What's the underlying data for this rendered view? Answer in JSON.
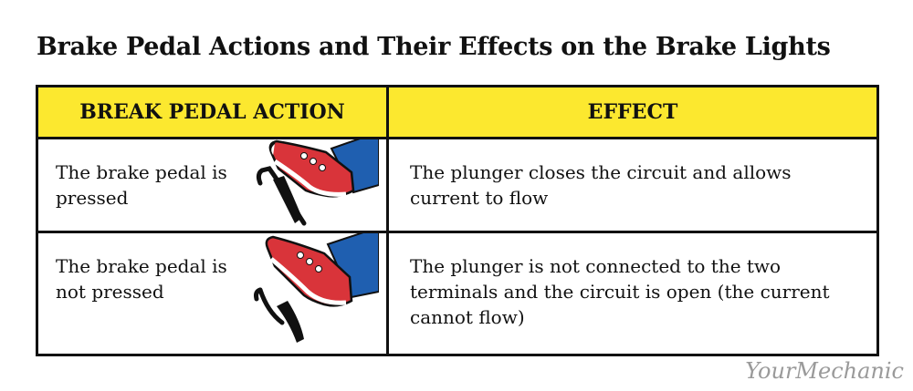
{
  "title": "Brake Pedal Actions and Their Effects on the Brake Lights",
  "table": {
    "headers": {
      "action": "BREAK PEDAL ACTION",
      "effect": "EFFECT"
    },
    "rows": [
      {
        "action": "The brake pedal is pressed",
        "effect": "The plunger closes the circuit and allows current to flow",
        "illustration": "foot-pressing-pedal"
      },
      {
        "action": "The brake pedal is not pressed",
        "effect": "The plunger is not connected to the two terminals and the circuit is open (the current cannot flow)",
        "illustration": "foot-off-pedal"
      }
    ]
  },
  "brand": "YourMechanic",
  "colors": {
    "header_bg": "#fce82f",
    "shoe_red": "#d9343a",
    "jeans_blue": "#1f5fb0",
    "border": "#111111"
  }
}
